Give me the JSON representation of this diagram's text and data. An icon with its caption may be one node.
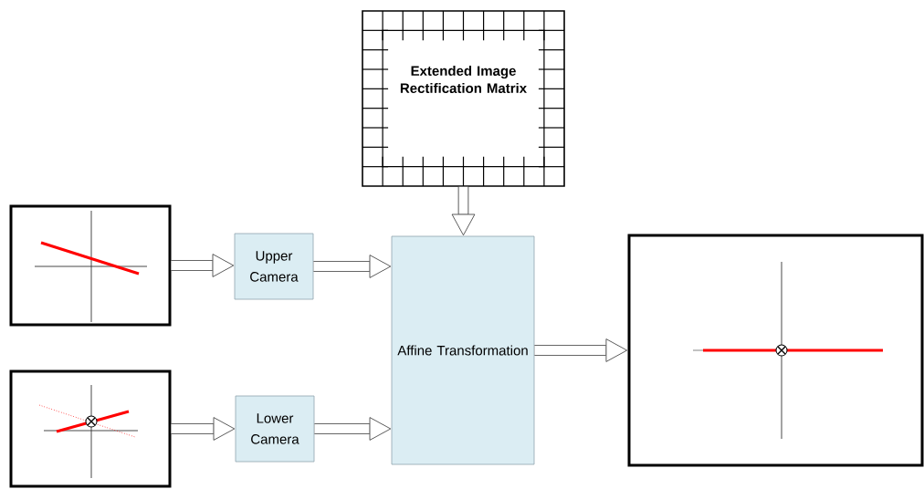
{
  "diagram": {
    "nodes": [
      {
        "text": [
          "Extended Image Rectification Matrix"
        ]
      },
      {
        "text": [],
        "shape": "picture"
      },
      {
        "text": [],
        "shape": "picture"
      },
      {
        "text": [
          "Upper Camera"
        ]
      },
      {
        "text": [
          "Lower Camera"
        ]
      },
      {
        "text": [
          "Affine Transformation"
        ]
      },
      {
        "text": [],
        "shape": "picture"
      }
    ],
    "edges": [
      {
        "from": 1,
        "to": 3,
        "arrow": "to"
      },
      {
        "from": 2,
        "to": 4,
        "arrow": "to"
      },
      {
        "from": 3,
        "to": 5,
        "arrow": "to"
      },
      {
        "from": 4,
        "to": 5,
        "arrow": "to"
      },
      {
        "from": 0,
        "to": 5,
        "arrow": "to"
      },
      {
        "from": 5,
        "to": 6,
        "arrow": "to"
      }
    ]
  }
}
